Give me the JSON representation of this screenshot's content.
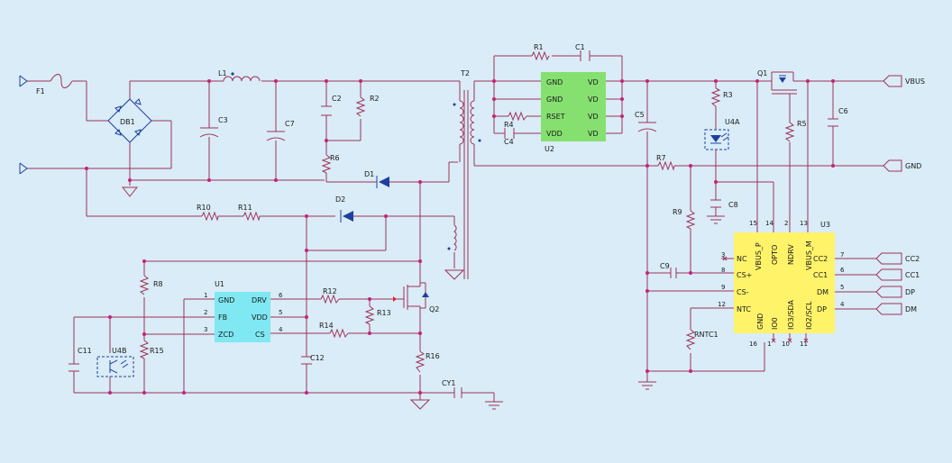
{
  "components": {
    "F1": "F1",
    "DB1": "DB1",
    "L1": "L1",
    "C3": "C3",
    "C7": "C7",
    "C2": "C2",
    "R2": "R2",
    "R6": "R6",
    "D1": "D1",
    "D2": "D2",
    "T2": "T2",
    "R1": "R1",
    "C1": "C1",
    "R4": "R4",
    "C4": "C4",
    "C5": "C5",
    "R3": "R3",
    "U4A": "U4A",
    "C8": "C8",
    "Q1": "Q1",
    "C6": "C6",
    "R5": "R5",
    "R7": "R7",
    "R9": "R9",
    "C9": "C9",
    "RNTC1": "RNTC1",
    "R10": "R10",
    "R11": "R11",
    "R8": "R8",
    "C11": "C11",
    "U4B": "U4B",
    "R15": "R15",
    "C12": "C12",
    "R12": "R12",
    "R13": "R13",
    "R14": "R14",
    "Q2": "Q2",
    "R16": "R16",
    "CY1": "CY1"
  },
  "u1": {
    "ref": "U1",
    "pins_left": [
      "GND",
      "FB",
      "ZCD"
    ],
    "pins_right": [
      "DRV",
      "VDD",
      "CS"
    ],
    "num_left": [
      "1",
      "2",
      "3"
    ],
    "num_right": [
      "6",
      "5",
      "4"
    ]
  },
  "u2": {
    "ref": "U2",
    "pins_left": [
      "GND",
      "GND",
      "RSET",
      "VDD"
    ],
    "pins_right": [
      "VD",
      "VD",
      "VD",
      "VD"
    ]
  },
  "u3": {
    "ref": "U3",
    "top_pins": [
      "VBUS_P",
      "OPTO",
      "NDRV",
      "VBUS_M"
    ],
    "top_nums": [
      "15",
      "14",
      "2",
      "13"
    ],
    "left_pins": [
      "NC",
      "CS+",
      "CS-",
      "NTC"
    ],
    "left_nums": [
      "3",
      "8",
      "9",
      "12"
    ],
    "right_pins": [
      "CC2",
      "CC1",
      "DM",
      "DP"
    ],
    "right_nums": [
      "7",
      "6",
      "5",
      "4"
    ],
    "bottom_pins": [
      "GND",
      "IO0",
      "IO3/SDA",
      "IO2/SCL"
    ],
    "bottom_nums": [
      "16",
      "1",
      "10",
      "11"
    ]
  },
  "ports": [
    "VBUS",
    "GND",
    "CC2",
    "CC1",
    "DP",
    "DM"
  ],
  "colors": {
    "wire": "#a0325a",
    "diode": "#1f3fa0",
    "u1_fill": "#7fe8f2",
    "u2_fill": "#86e070",
    "u3_fill": "#fff36a"
  }
}
